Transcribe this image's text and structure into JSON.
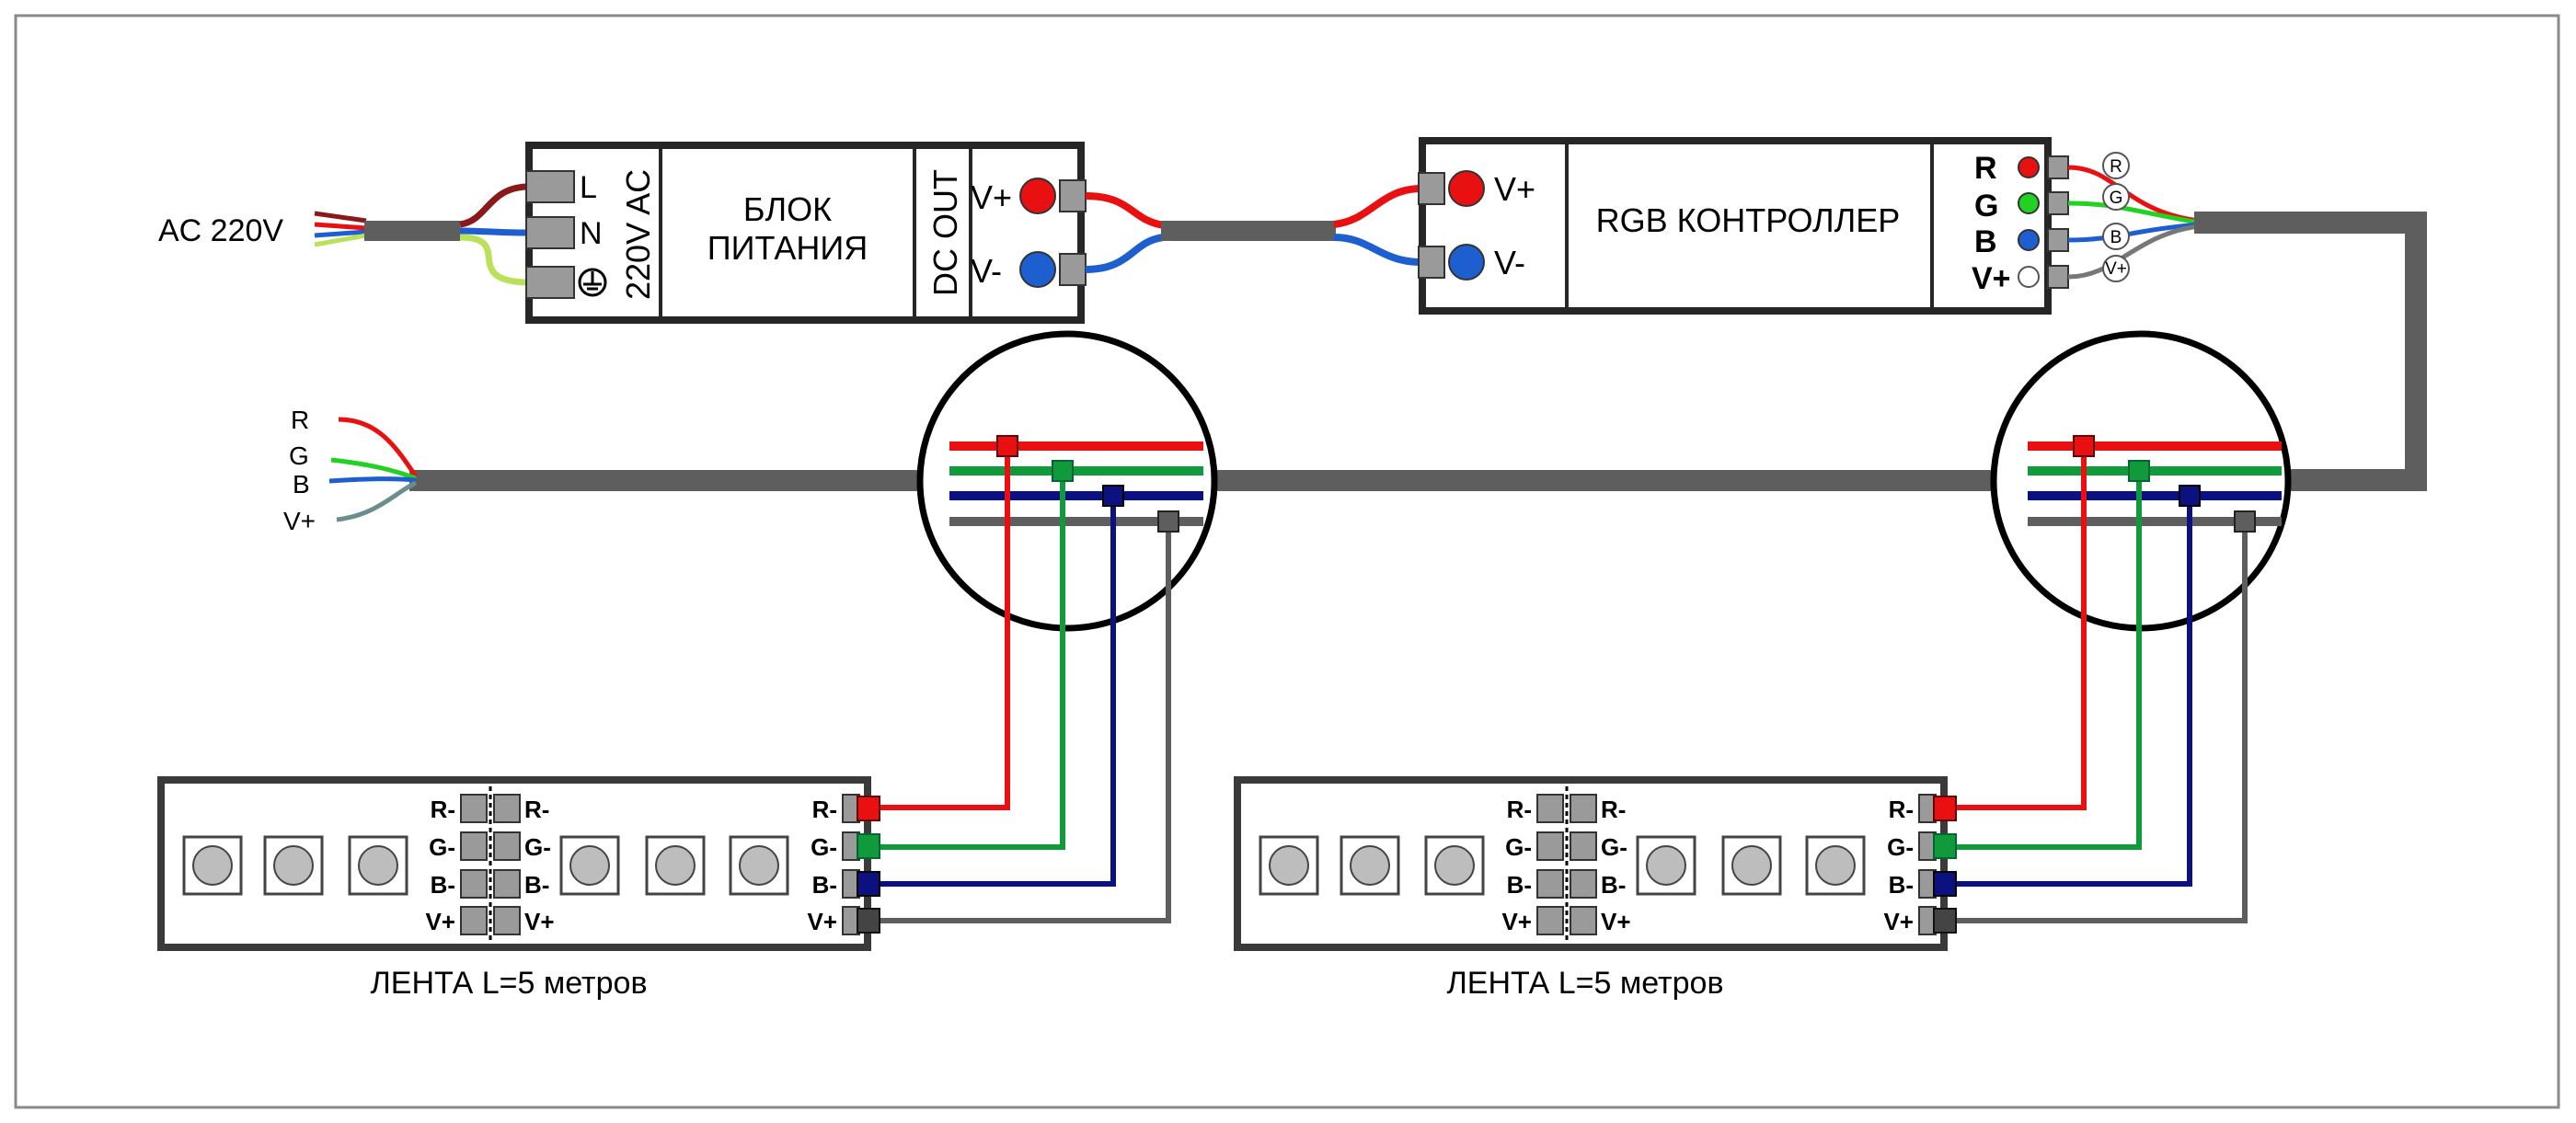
{
  "colors": {
    "red": "#e81010",
    "green": "#119a3c",
    "blue": "#1e5fd0",
    "navy": "#0b1280",
    "gray": "#5e5e5e",
    "lightgreen": "#b9e25a",
    "brightgreen": "#22d122",
    "terminal": "#9a9a9a"
  },
  "ac_input": {
    "label": "AC 220V"
  },
  "power_supply": {
    "terminal_l": "L",
    "terminal_n": "N",
    "vertical_label": "220V AC",
    "title_line1": "БЛОК",
    "title_line2": "ПИТАНИЯ",
    "out_label": "DC OUT",
    "out_plus": "V+",
    "out_minus": "V-"
  },
  "controller": {
    "in_plus": "V+",
    "in_minus": "V-",
    "title": "RGB КОНТРОЛЛЕР",
    "out_r": "R",
    "out_g": "G",
    "out_b": "B",
    "out_v": "V+",
    "badge_r": "R",
    "badge_g": "G",
    "badge_b": "B",
    "badge_v": "V+"
  },
  "loose_wires": {
    "r": "R",
    "g": "G",
    "b": "B",
    "v": "V+"
  },
  "strips": [
    {
      "caption": "ЛЕНТА L=5 метров",
      "pads_left": [
        "R-",
        "G-",
        "B-",
        "V+"
      ],
      "pads_right": [
        "R-",
        "G-",
        "B-",
        "V+"
      ],
      "pads_end": [
        "R-",
        "G-",
        "B-",
        "V+"
      ]
    },
    {
      "caption": "ЛЕНТА L=5 метров",
      "pads_left": [
        "R-",
        "G-",
        "B-",
        "V+"
      ],
      "pads_right": [
        "R-",
        "G-",
        "B-",
        "V+"
      ],
      "pads_end": [
        "R-",
        "G-",
        "B-",
        "V+"
      ]
    }
  ]
}
